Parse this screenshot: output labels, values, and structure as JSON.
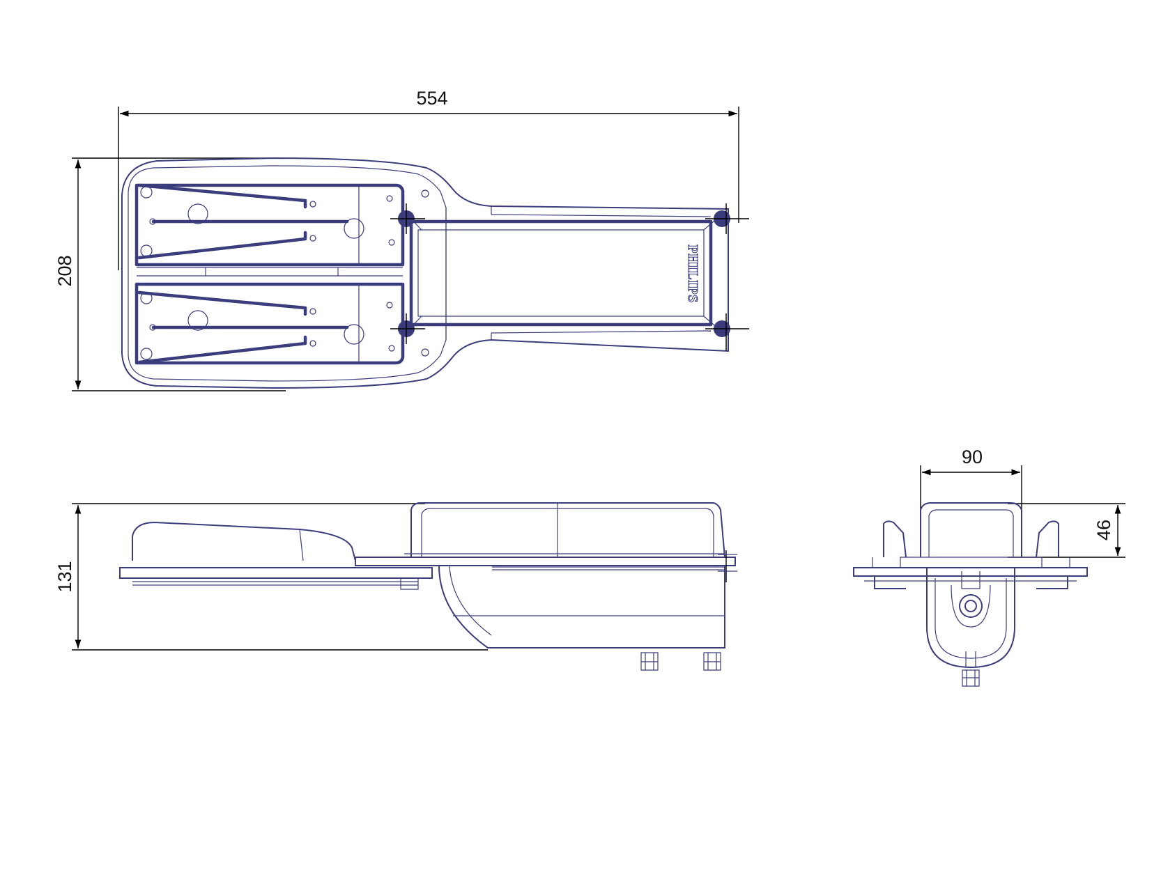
{
  "colors": {
    "outline": "#3a3c7c",
    "dimension": "#000000",
    "background": "#ffffff"
  },
  "dimensions": {
    "length": "554",
    "width": "208",
    "height": "131",
    "bracket_width": "90",
    "bracket_height": "46"
  },
  "brand_label": "PHILIPS"
}
